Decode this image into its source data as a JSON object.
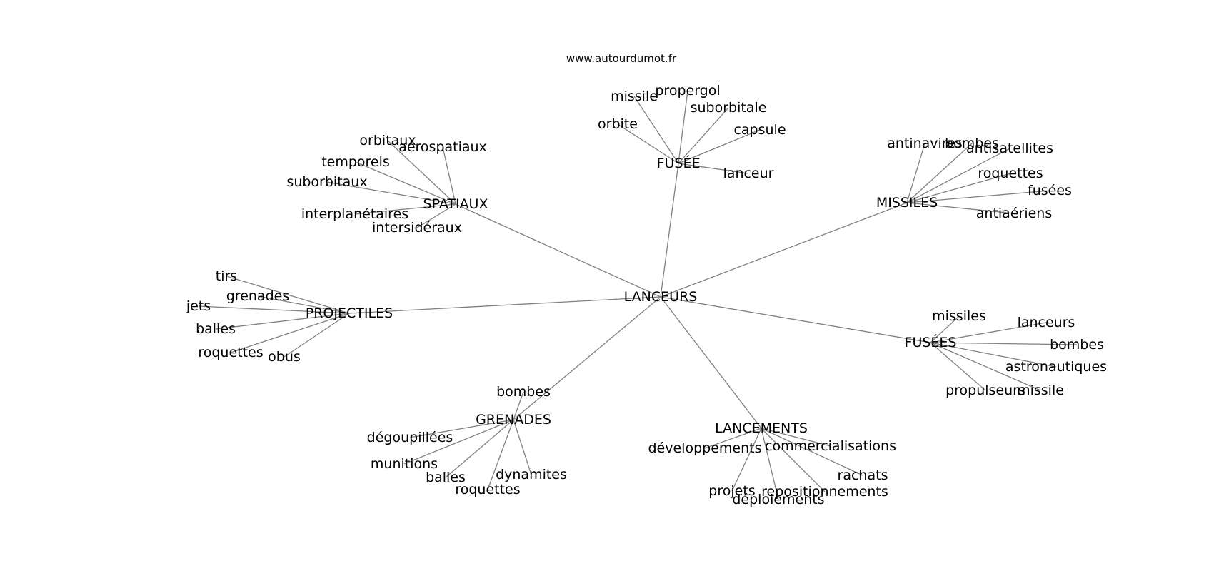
{
  "watermark": "www.autourdumot.fr",
  "graph": {
    "center": "LANCEURS",
    "groups": [
      {
        "hub": "FUSÉE",
        "leaves": [
          "missile",
          "propergol",
          "suborbitale",
          "orbite",
          "capsule",
          "lanceur"
        ]
      },
      {
        "hub": "SPATIAUX",
        "leaves": [
          "orbitaux",
          "aérospatiaux",
          "temporels",
          "suborbitaux",
          "interplanétaires",
          "intersidéraux"
        ]
      },
      {
        "hub": "MISSILES",
        "leaves": [
          "antinavires",
          "bombes",
          "antisatellites",
          "roquettes",
          "fusées",
          "antiaériens"
        ]
      },
      {
        "hub": "PROJECTILES",
        "leaves": [
          "tirs",
          "grenades",
          "jets",
          "balles",
          "roquettes",
          "obus"
        ]
      },
      {
        "hub": "FUSÉES",
        "leaves": [
          "missiles",
          "lanceurs",
          "bombes",
          "astronautiques",
          "propulseurs",
          "missile"
        ]
      },
      {
        "hub": "GRENADES",
        "leaves": [
          "bombes",
          "dégoupillées",
          "munitions",
          "balles",
          "dynamites",
          "roquettes"
        ]
      },
      {
        "hub": "LANCEMENTS",
        "leaves": [
          "développements",
          "commercialisations",
          "rachats",
          "projets",
          "repositionnements",
          "déploiements"
        ]
      }
    ]
  }
}
